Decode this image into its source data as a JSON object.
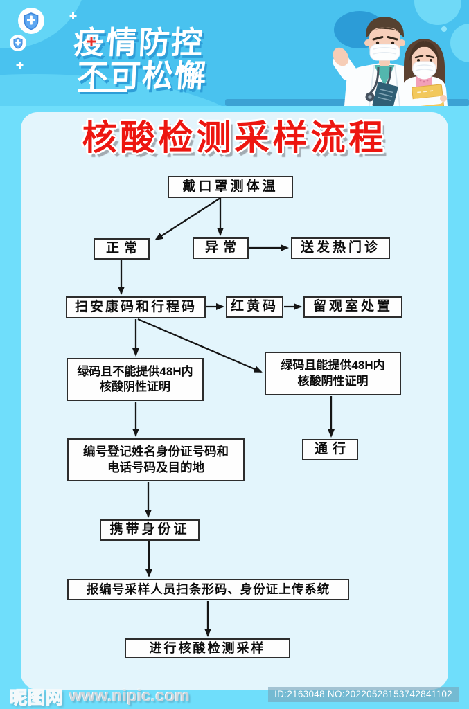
{
  "colors": {
    "page_background": "#6FDEFB",
    "header_blue": "#49C2EF",
    "header_shadow_blue": "#2E9ED8",
    "card_background": "#E3F5FC",
    "title_red": "#ED1610",
    "shield_blue": "#5FA8F2",
    "box_border": "#2D2D2D",
    "nurse_folder_yellow": "#F2C85C"
  },
  "header": {
    "slogan_line1": "疫情防控",
    "slogan_line2": "不可松懈",
    "icons": {
      "shield_large": "shield-cross-icon",
      "shield_small": "shield-cross-icon-small",
      "red_cross": "red-cross-icon",
      "plus_marks": "plus-mark-icon",
      "illustration": "doctor-and-nurse-illustration"
    }
  },
  "poster": {
    "title": "核酸检测采样流程"
  },
  "flowchart": {
    "nodes": [
      {
        "lines": [
          "戴口罩测体温"
        ]
      },
      {
        "lines": [
          "正常"
        ]
      },
      {
        "lines": [
          "异常"
        ]
      },
      {
        "lines": [
          "送发热门诊"
        ]
      },
      {
        "lines": [
          "扫安康码和行程码"
        ]
      },
      {
        "lines": [
          "红黄码"
        ]
      },
      {
        "lines": [
          "留观室处置"
        ]
      },
      {
        "lines": [
          "绿码且不能提供48H内",
          "核酸阴性证明"
        ]
      },
      {
        "lines": [
          "绿码且能提供48H内",
          "核酸阴性证明"
        ]
      },
      {
        "lines": [
          "编号登记姓名身份证号码和",
          "电话号码及目的地"
        ]
      },
      {
        "lines": [
          "通行"
        ]
      },
      {
        "lines": [
          "携带身份证"
        ]
      },
      {
        "lines": [
          "报编号采样人员扫条形码、身份证上传系统"
        ]
      },
      {
        "lines": [
          "进行核酸检测采样"
        ]
      }
    ]
  },
  "footer": {
    "site_name": "昵图网",
    "site_url": "www.nipic.com",
    "image_id": "ID:2163048 NO:20220528153742841102"
  }
}
